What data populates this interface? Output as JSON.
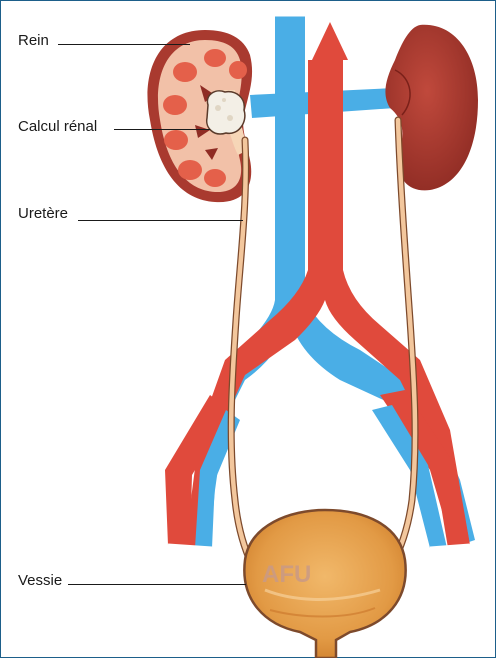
{
  "labels": {
    "kidney": "Rein",
    "kidney_stone": "Calcul rénal",
    "ureter": "Uretère",
    "bladder": "Vessie"
  },
  "watermark": "AFU",
  "colors": {
    "frame": "#1d5f8a",
    "artery": "#e04a3c",
    "vein": "#4aaee6",
    "kidney": "#a93a2f",
    "ureter": "#f3c79d",
    "bladder": "#e9a04a"
  }
}
